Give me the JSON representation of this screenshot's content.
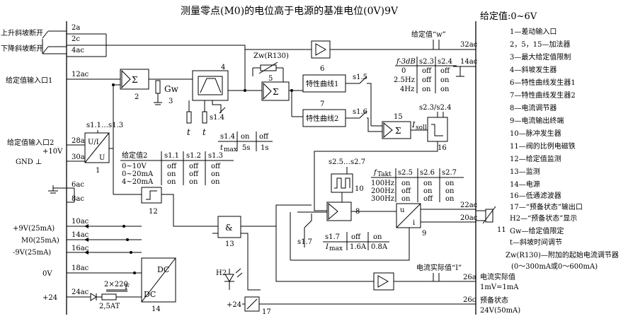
{
  "title": "测量零点(M0)的电位高于电源的基准电位(0V)9V",
  "setpoint_range": "给定值:0~6V",
  "left_labels": {
    "ramp_up_off": "上升斜坡断开",
    "ramp_down_off": "下降斜坡断开",
    "setpoint_in1": "给定值输入口1",
    "setpoint_in2": "给定值输入口2",
    "plus10v": "+10V",
    "gnd": "GND ⊥",
    "p9v": "+9V(25mA)",
    "m0": "M0(25mA)",
    "m9v": "-9V(25mA)",
    "zero_v": "0V",
    "p24": "+24"
  },
  "terminals": {
    "t2a": "2a",
    "t2c": "2c",
    "t4ac": "4ac",
    "t12ac": "12ac",
    "t28ac": "28ac",
    "t30ac": "30ac",
    "t6ac": "6ac",
    "t8ac": "8ac",
    "t10ac": "10ac",
    "t14ac_l": "14ac",
    "t16ac": "16ac",
    "t18ac": "18ac",
    "t24ac": "24ac",
    "t32ac": "32ac",
    "t14ac_r": "14ac",
    "t22ac": "22ac",
    "t20ac": "20ac",
    "t26a": "26a",
    "t26c": "26c"
  },
  "blocks": {
    "b1": "1",
    "b2": "2",
    "b3": "3",
    "b4": "4",
    "b5": "5",
    "b6": "6",
    "b7": "7",
    "b8": "8",
    "b9": "9",
    "b10": "10",
    "b11": "11",
    "b12": "12",
    "b13": "13",
    "b14": "14",
    "b15": "15",
    "b16": "16",
    "b17": "17",
    "sigma": "Σ",
    "gw": "Gw",
    "and": "&",
    "dc": "DC",
    "u": "U",
    "ui": "U/I",
    "u_small": "u",
    "i_small": "i",
    "zw": "Zw(R130)",
    "curve1": "特性曲线1",
    "curve2": "特性曲线2",
    "isoll": "I",
    "isoll_sub": "soll",
    "h2": "H2",
    "plus24b": "+24"
  },
  "switches": {
    "s1_1to3": "s1.1…s1.3",
    "s1_4": "s1.4",
    "s1_5": "s1.5",
    "s1_6": "s1.6",
    "s1_7": "s1.7",
    "s2_3_4": "s2.3/s2.4",
    "s2_5to7": "s2.5…s2.7"
  },
  "notes": {
    "setpoint_w": "给定值“w”",
    "actual_current": "电流实际值“I”",
    "actual_value_out": "电流实际值",
    "actual_value_scale": "1mV=1mA",
    "ready_status": "预备状态",
    "ready_status_v": "24V(50mA)",
    "supply": "2×220",
    "fuse": "2,5AT",
    "f_cap": "F",
    "t_arrow": "t"
  },
  "tables": {
    "tmax": {
      "row_head": [
        "s1.4",
        "on",
        "off"
      ],
      "row_vals": [
        "t",
        "5s",
        "1s"
      ],
      "row_vals_sub": "max"
    },
    "setpoint2": {
      "header": [
        "给定值2",
        "s1.1",
        "s1.2",
        "s1.3"
      ],
      "rows": [
        [
          "0~10V",
          "off",
          "off",
          "off"
        ],
        [
          "0~20mA",
          "on",
          "off",
          "on"
        ],
        [
          "4~20mA",
          "on",
          "on",
          "on"
        ]
      ]
    },
    "f3db": {
      "header": [
        "f-3dB",
        "s2.3",
        "s2.4"
      ],
      "rows": [
        [
          "0",
          "off",
          "off"
        ],
        [
          "2.5Hz",
          "off",
          "on"
        ],
        [
          "4Hz",
          "on",
          "on"
        ]
      ]
    },
    "ftakt": {
      "header": [
        "f",
        "s2.5",
        "s2.6",
        "s2.7"
      ],
      "header_sub": "Takt",
      "rows": [
        [
          "100Hz",
          "on",
          "on",
          "on"
        ],
        [
          "200Hz",
          "off",
          "on",
          "on"
        ],
        [
          "300Hz",
          "on",
          "off",
          "on"
        ]
      ]
    },
    "imax": {
      "head": [
        "s1.7",
        "off",
        "on"
      ],
      "vals": [
        "I",
        "1.6A",
        "0.8A"
      ],
      "vals_sub": "max"
    }
  },
  "legend": [
    "1—差动输入口",
    "2，5，15—加法器",
    "3—最大给定值限制",
    "4—斜坡发生器",
    "6—特性曲线发生器1",
    "7—特性曲线发生器2",
    "8—电流调节器",
    "9—电流输出终端",
    "10—脉冲发生器",
    "11—阀的比例电磁铁",
    "12—给定值监测",
    "13—监测",
    "14—电源",
    "16—低通滤波器",
    "17—“预备状态”输出口",
    "H2—“预备状态”显示",
    "Gw—给定值限定",
    "t—斜坡时间调节",
    "Zw(R130)—附加的起始电流调节器",
    "(0～300mA或0～600mA)"
  ]
}
